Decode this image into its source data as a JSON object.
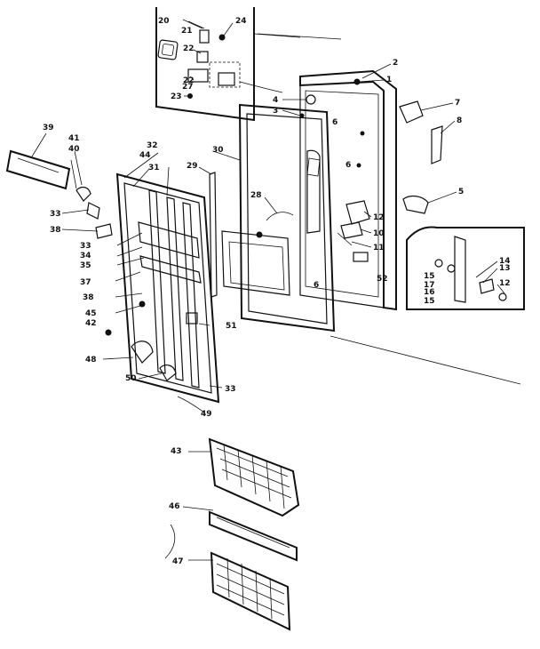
{
  "labels": [
    {
      "id": "l20",
      "text": "20"
    },
    {
      "id": "l21",
      "text": "21"
    },
    {
      "id": "l24",
      "text": "24"
    },
    {
      "id": "l22a",
      "text": "22"
    },
    {
      "id": "l22b",
      "text": "22"
    },
    {
      "id": "l27",
      "text": "27"
    },
    {
      "id": "l23",
      "text": "23"
    },
    {
      "id": "l2",
      "text": "2"
    },
    {
      "id": "l1",
      "text": "1"
    },
    {
      "id": "l4",
      "text": "4"
    },
    {
      "id": "l3",
      "text": "3"
    },
    {
      "id": "l7",
      "text": "7"
    },
    {
      "id": "l6a",
      "text": "6"
    },
    {
      "id": "l8",
      "text": "8"
    },
    {
      "id": "l6b",
      "text": "6"
    },
    {
      "id": "l5",
      "text": "5"
    },
    {
      "id": "l39",
      "text": "39"
    },
    {
      "id": "l41",
      "text": "41"
    },
    {
      "id": "l40",
      "text": "40"
    },
    {
      "id": "l32",
      "text": "32"
    },
    {
      "id": "l30",
      "text": "30"
    },
    {
      "id": "l44",
      "text": "44"
    },
    {
      "id": "l31",
      "text": "31"
    },
    {
      "id": "l29",
      "text": "29"
    },
    {
      "id": "l33a",
      "text": "33"
    },
    {
      "id": "l38a",
      "text": "38"
    },
    {
      "id": "l28",
      "text": "28"
    },
    {
      "id": "l12a",
      "text": "12"
    },
    {
      "id": "l10",
      "text": "10"
    },
    {
      "id": "l11",
      "text": "11"
    },
    {
      "id": "l33b",
      "text": "33"
    },
    {
      "id": "l34",
      "text": "34"
    },
    {
      "id": "l35",
      "text": "35"
    },
    {
      "id": "l37",
      "text": "37"
    },
    {
      "id": "l38b",
      "text": "38"
    },
    {
      "id": "l6c",
      "text": "6"
    },
    {
      "id": "l52",
      "text": "52"
    },
    {
      "id": "l14",
      "text": "14"
    },
    {
      "id": "l13",
      "text": "13"
    },
    {
      "id": "l15a",
      "text": "15"
    },
    {
      "id": "l17",
      "text": "17"
    },
    {
      "id": "l12b",
      "text": "12"
    },
    {
      "id": "l16",
      "text": "16"
    },
    {
      "id": "l15b",
      "text": "15"
    },
    {
      "id": "l45",
      "text": "45"
    },
    {
      "id": "l42",
      "text": "42"
    },
    {
      "id": "l51",
      "text": "51"
    },
    {
      "id": "l48",
      "text": "48"
    },
    {
      "id": "l50",
      "text": "50"
    },
    {
      "id": "l33c",
      "text": "33"
    },
    {
      "id": "l49",
      "text": "49"
    },
    {
      "id": "l43",
      "text": "43"
    },
    {
      "id": "l46",
      "text": "46"
    },
    {
      "id": "l47",
      "text": "47"
    }
  ]
}
